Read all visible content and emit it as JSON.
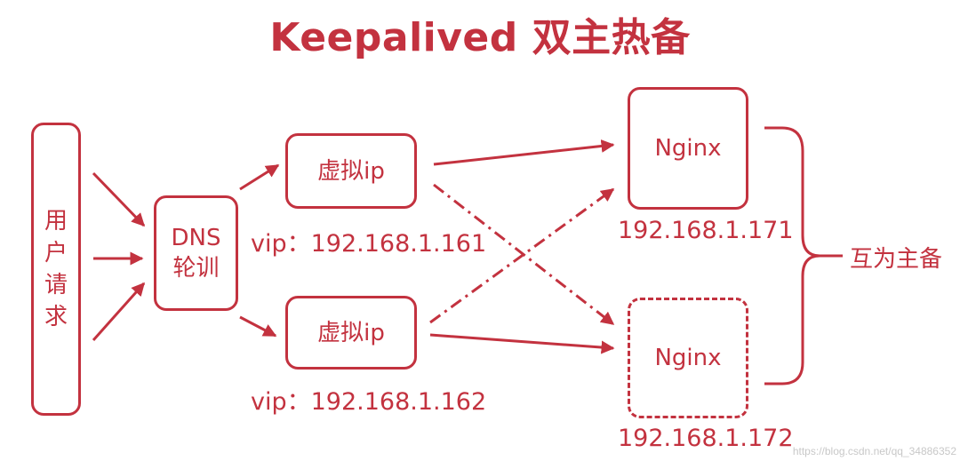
{
  "title": "Keepalived 双主热备",
  "client": {
    "label": "用户请求"
  },
  "dns": {
    "line1": "DNS",
    "line2": "轮训"
  },
  "vips": [
    {
      "label": "虚拟ip",
      "address": "vip：192.168.1.161"
    },
    {
      "label": "虚拟ip",
      "address": "vip：192.168.1.162"
    }
  ],
  "servers": [
    {
      "label": "Nginx",
      "ip": "192.168.1.171",
      "status": "master"
    },
    {
      "label": "Nginx",
      "ip": "192.168.1.172",
      "status": "backup"
    }
  ],
  "mutual": {
    "label": "互为主备"
  },
  "watermark": "https://blog.csdn.net/qq_34886352",
  "colors": {
    "accent": "#c3323f"
  }
}
